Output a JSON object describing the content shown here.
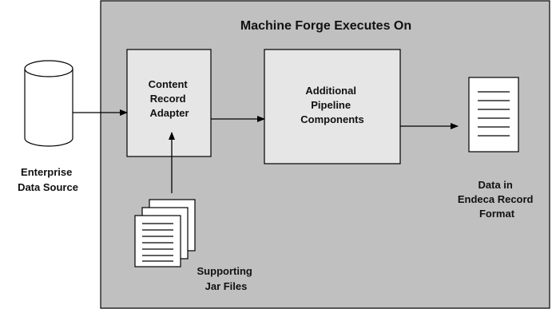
{
  "diagram": {
    "machine_title": "Machine Forge Executes On",
    "content_record_adapter": [
      "Content",
      "Record",
      "Adapter"
    ],
    "pipeline_components": [
      "Additional",
      "Pipeline",
      "Components"
    ],
    "enterprise_data_source": [
      "Enterprise",
      "Data Source"
    ],
    "supporting_jar_files": [
      "Supporting",
      "Jar Files"
    ],
    "endeca_record_format": [
      "Data in",
      "Endeca Record",
      "Format"
    ]
  },
  "colors": {
    "machine_fill": "#c0c0c0",
    "box_fill": "#e6e6e6",
    "stroke": "#000000",
    "text": "#111111"
  },
  "icons": {
    "enterprise_data_source": "database-cylinder-icon",
    "supporting_jar_files": "stacked-documents-icon",
    "endeca_record_format": "document-icon"
  }
}
